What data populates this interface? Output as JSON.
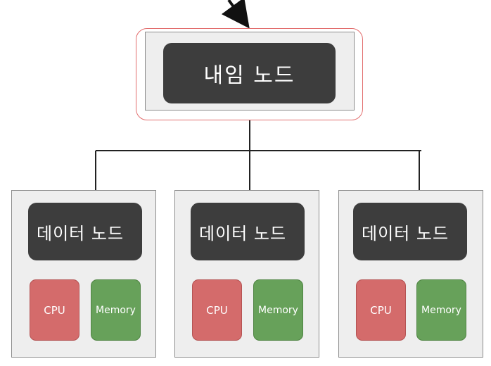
{
  "name_node": {
    "label": "내임 노드"
  },
  "data_nodes": [
    {
      "label": "데이터 노드",
      "cpu": "CPU",
      "memory": "Memory"
    },
    {
      "label": "데이터 노드",
      "cpu": "CPU",
      "memory": "Memory"
    },
    {
      "label": "데이터 노드",
      "cpu": "CPU",
      "memory": "Memory"
    }
  ],
  "colors": {
    "dark_box": "#3d3d3d",
    "panel": "#eeeeee",
    "highlight_outline": "#e26d6d",
    "cpu": "#d46b6b",
    "memory": "#67a15a",
    "line": "#1a1a1a"
  }
}
